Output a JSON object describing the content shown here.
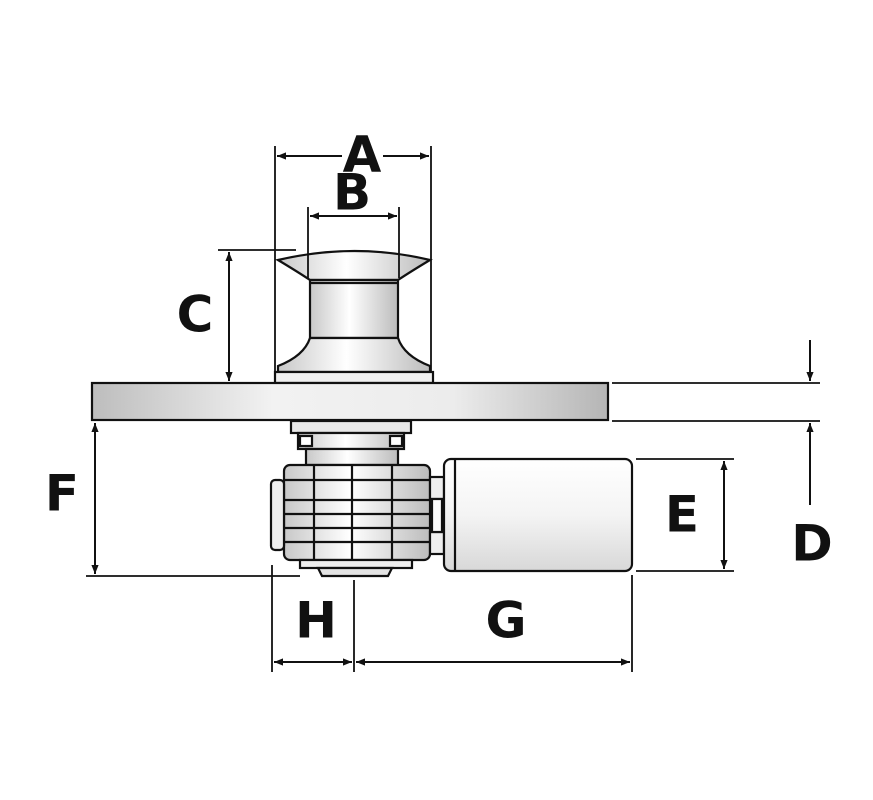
{
  "diagram": {
    "labels": {
      "a": "A",
      "b": "B",
      "c": "C",
      "d": "D",
      "e": "E",
      "f": "F",
      "g": "G",
      "h": "H"
    },
    "colors": {
      "line": "#111111",
      "deck_light": "#f2f2f2",
      "deck_dark": "#bdbdbd",
      "metal_light": "#ffffff",
      "metal_dark": "#c8c8c8"
    }
  }
}
